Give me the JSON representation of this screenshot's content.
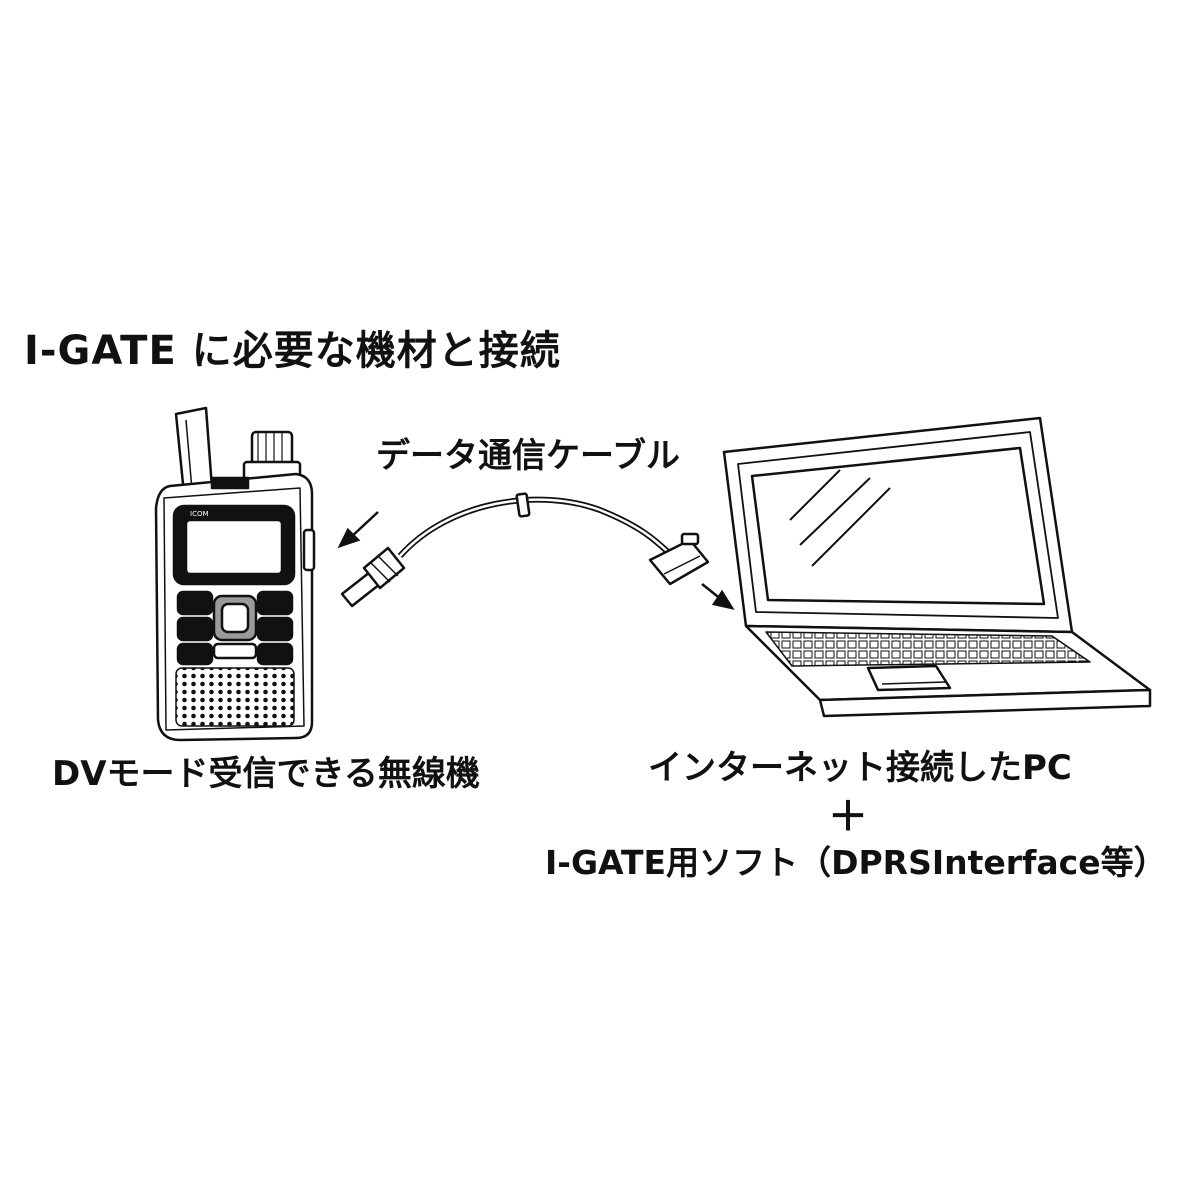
{
  "title": "I-GATE に必要な機材と接続",
  "cable": {
    "label": "データ通信ケーブル"
  },
  "radio": {
    "label": "DVモード受信できる無線機"
  },
  "pc": {
    "label_line1": "インターネット接続したPC",
    "plus": "＋",
    "label_line2": "I-GATE用ソフト（DPRSInterface等）"
  },
  "colors": {
    "ink": "#111111",
    "paper": "#ffffff",
    "shade": "#9a9a9a"
  }
}
